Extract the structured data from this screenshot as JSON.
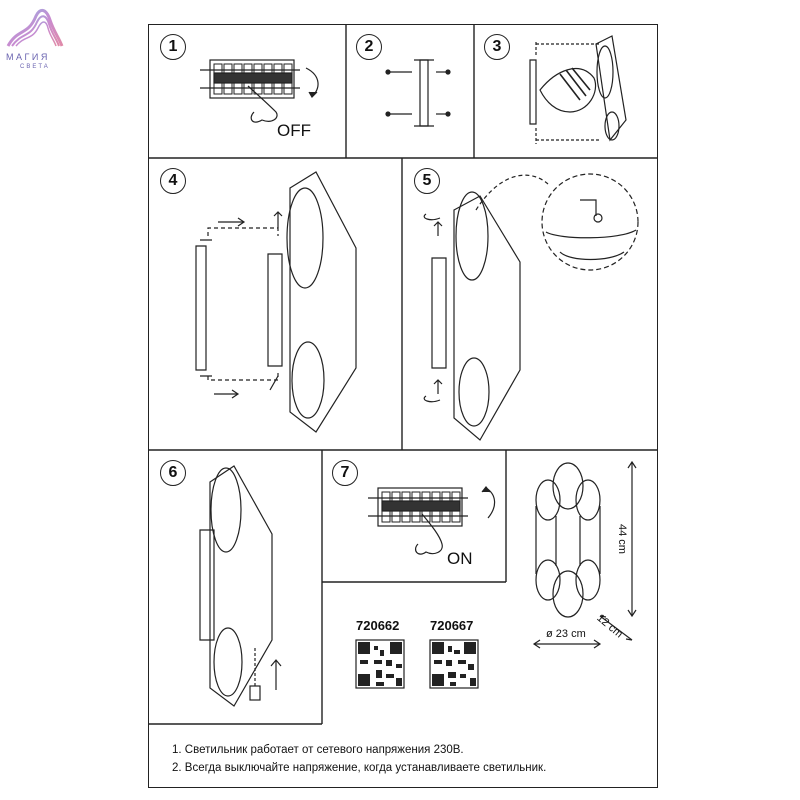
{
  "logo": {
    "name": "МАГИЯ",
    "sub": "СВЕТА",
    "color": "#7a6fc4"
  },
  "steps": [
    {
      "num": "1"
    },
    {
      "num": "2"
    },
    {
      "num": "3"
    },
    {
      "num": "4"
    },
    {
      "num": "5"
    },
    {
      "num": "6"
    },
    {
      "num": "7"
    }
  ],
  "switch_labels": {
    "off": "OFF",
    "on": "ON"
  },
  "codes": [
    "720662",
    "720667"
  ],
  "dimensions": {
    "height": "44 cm",
    "depth": "12 cm",
    "diameter": "ø 23 cm"
  },
  "notes": [
    "1. Светильник работает от сетевого напряжения 230В.",
    "2. Всегда выключайте напряжение, когда устанавливаете светильник."
  ]
}
